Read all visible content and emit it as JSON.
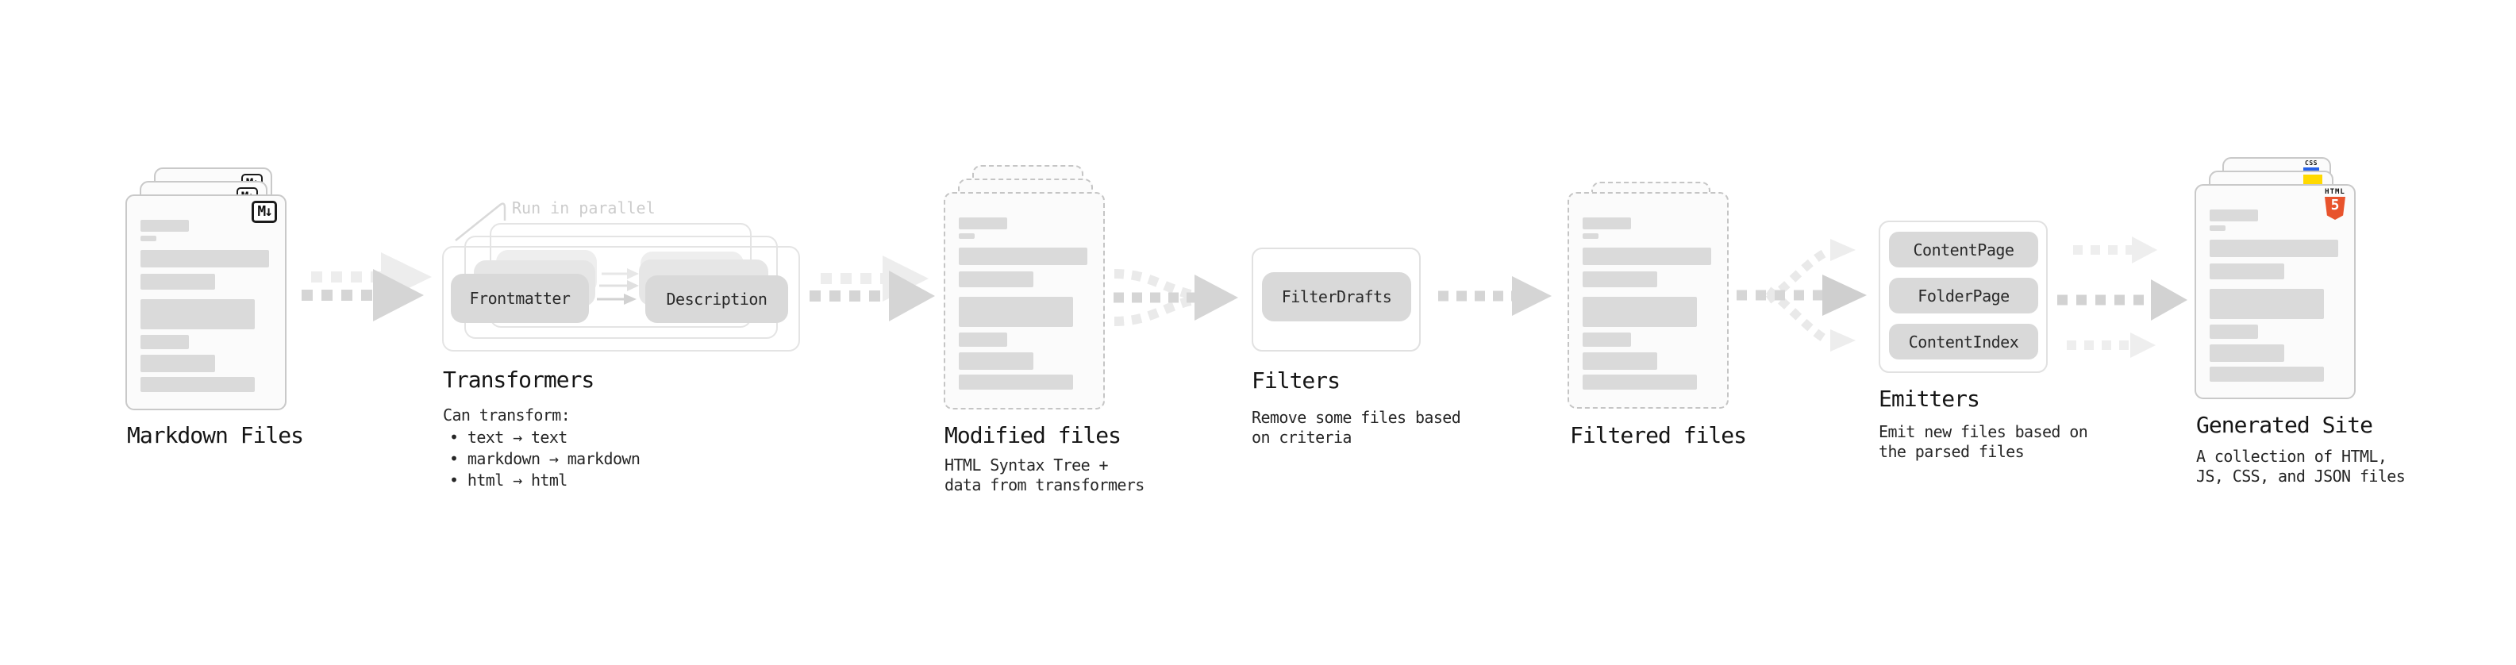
{
  "sections": {
    "markdown_files": {
      "label": "Markdown Files",
      "badge": "M↓"
    },
    "transformers": {
      "annotation": "Run in parallel",
      "pill_left": "Frontmatter",
      "pill_right": "Description",
      "label": "Transformers",
      "intro": "Can transform:",
      "bullets": [
        "• text → text",
        "• markdown → markdown",
        "• html → html"
      ]
    },
    "modified_files": {
      "label": "Modified files",
      "desc": [
        "HTML Syntax Tree +",
        "data from transformers"
      ]
    },
    "filters": {
      "pill": "FilterDrafts",
      "label": "Filters",
      "desc": [
        "Remove some files based",
        "on criteria"
      ]
    },
    "filtered_files": {
      "label": "Filtered files"
    },
    "emitters": {
      "pills": [
        "ContentPage",
        "FolderPage",
        "ContentIndex"
      ],
      "label": "Emitters",
      "desc": [
        "Emit new files based on",
        "the parsed files"
      ]
    },
    "generated_site": {
      "label": "Generated Site",
      "desc": [
        "A collection of HTML,",
        "JS, CSS, and JSON files"
      ],
      "html5_icon": {
        "wordmark": "HTML",
        "numeral": "5"
      },
      "css_icon": {
        "wordmark": "CSS"
      }
    }
  },
  "doc_bars": [
    {
      "w": 37,
      "h": 15,
      "mt": 30
    },
    {
      "w": 12,
      "h": 7,
      "mt": 5
    },
    {
      "w": 98,
      "h": 22,
      "mt": 11
    },
    {
      "w": 57,
      "h": 20,
      "mt": 8
    },
    {
      "w": 87,
      "h": 38,
      "mt": 12
    },
    {
      "w": 37,
      "h": 18,
      "mt": 7
    },
    {
      "w": 57,
      "h": 22,
      "mt": 7
    },
    {
      "w": 87,
      "h": 19,
      "mt": 6
    }
  ],
  "colors": {
    "html5_orange": "#e8532c",
    "js_yellow": "#ffd900",
    "css_blue": "#2760e6",
    "arrow_gray": "#d5d5d5",
    "arrow_light": "#ececec"
  }
}
